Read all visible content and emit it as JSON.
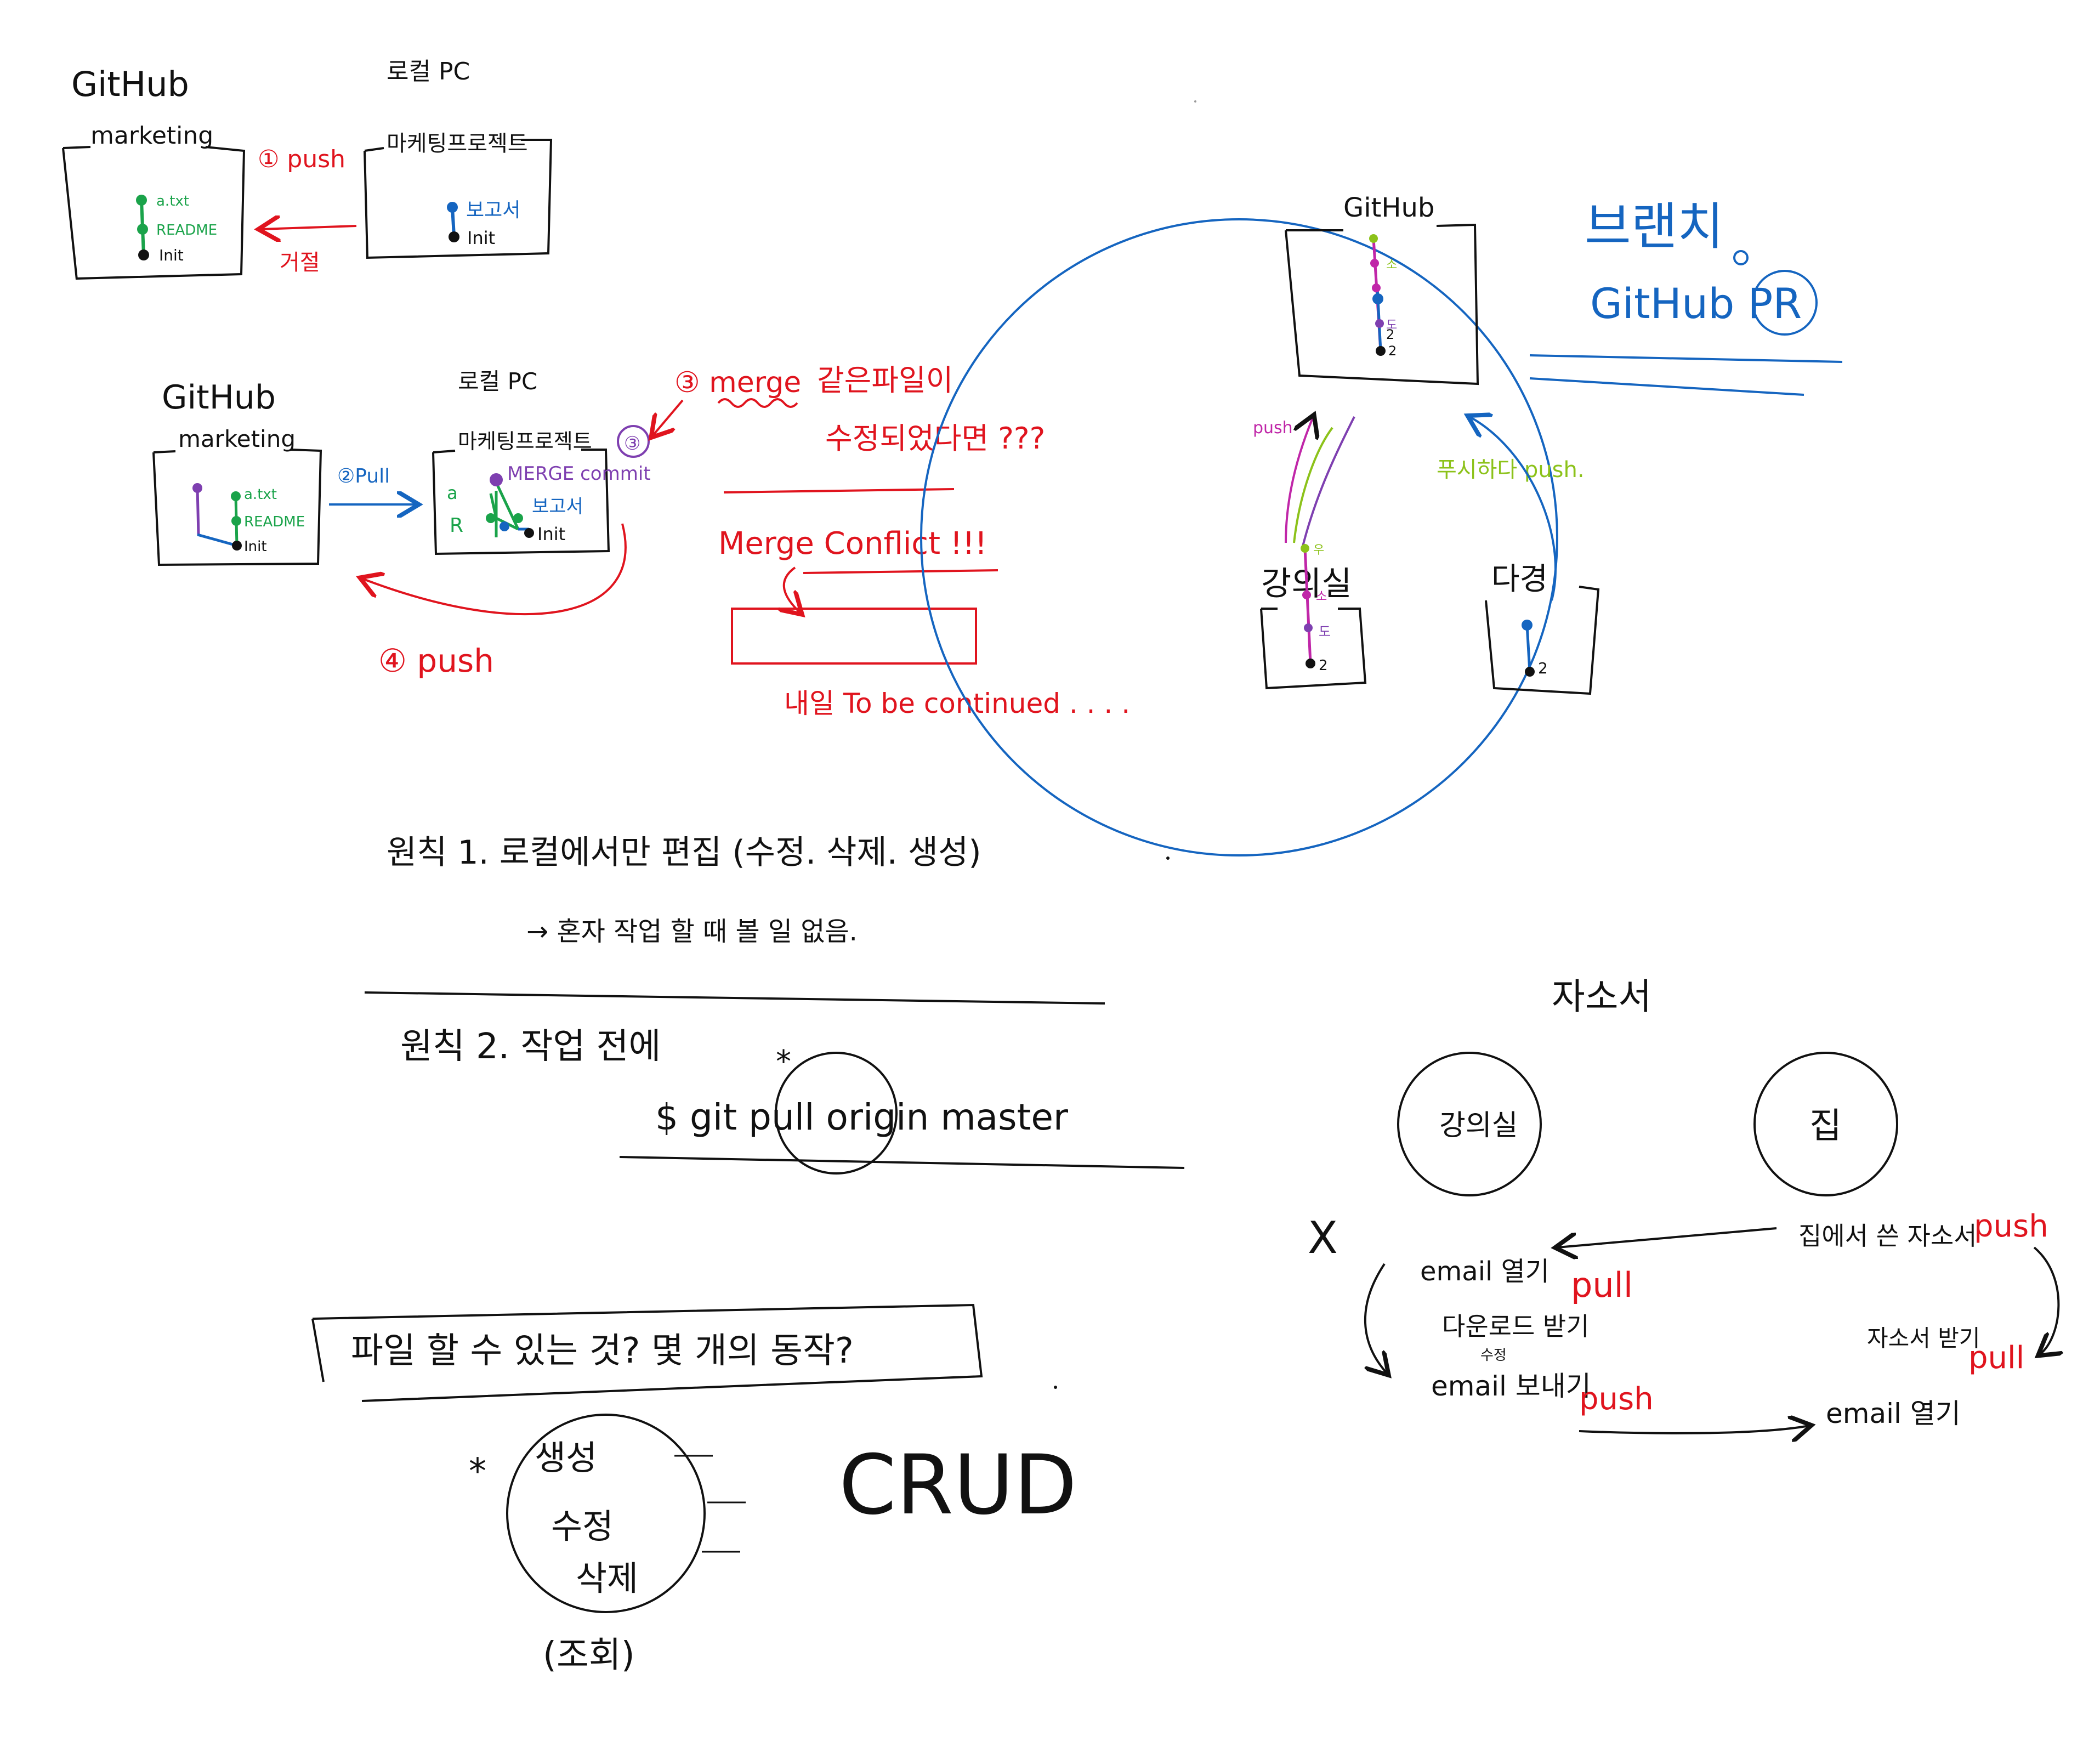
{
  "colors": {
    "ink": "#111111",
    "red": "#e0141e",
    "blue": "#1565c0",
    "green": "#1aa34a",
    "purple": "#7e3fb0",
    "magenta": "#c026a8",
    "lime": "#8cc21a"
  },
  "diagram1": {
    "github_title": "GitHub",
    "repo_label": "marketing",
    "remote_commits": [
      "a.txt",
      "README",
      "Init"
    ],
    "local_title": "로컬 PC",
    "local_project": "마케팅프로젝트",
    "local_commits": [
      "보고서",
      "Init"
    ],
    "push_label": "① push",
    "rejected_label": "거절"
  },
  "diagram2": {
    "github_title": "GitHub",
    "repo_label": "marketing",
    "remote_commits": [
      "a.txt",
      "README",
      "Init"
    ],
    "local_title": "로컬 PC",
    "local_project": "마케팅프로젝트",
    "local_commits": [
      "MERGE commit",
      "a",
      "R",
      "보고서",
      "Init"
    ],
    "pull_label": "②Pull",
    "step3_badge": "③",
    "push_label": "④ push",
    "merge_label": "③ merge",
    "question_line1": "같은파일이",
    "question_line2": "수정되었다면 ???",
    "conflict_label": "Merge Conflict !!!",
    "continued_label": "내일 To be continued . . . ."
  },
  "branch_diagram": {
    "github_title": "GitHub",
    "remote_commits": [
      "2",
      "소",
      "도",
      "2"
    ],
    "side_title_1": "브랜치",
    "side_title_2": "GitHub PR",
    "push_left_label": "push",
    "push_right_label": "푸시하다 push.",
    "office_label": "강의실",
    "office_commits": [
      "우",
      "소",
      "도",
      "2"
    ],
    "home_label": "다경",
    "home_commits": [
      "2"
    ]
  },
  "principles": {
    "rule1": "원칙 1. 로컬에서만 편집 (수정. 삭제. 생성)",
    "rule1_note": "→ 혼자 작업 할 때 볼 일 없음.",
    "rule2": "원칙 2. 작업 전에",
    "command": "$ git pull origin master",
    "star": "*"
  },
  "crud": {
    "question": "파일 할 수 있는 것? 몇 개의 동작?",
    "create": "생성",
    "update": "수정",
    "delete": "삭제",
    "read": "(조회)",
    "acronym": "CRUD",
    "star": "*"
  },
  "resume": {
    "title": "자소서",
    "office": "강의실",
    "home": "집",
    "home_note": "집에서 쓴 자소서",
    "home_push": "push",
    "office_steps": [
      "email 열기",
      "다운로드 받기",
      "수정",
      "email 보내기"
    ],
    "office_pull": "pull",
    "office_push": "push",
    "home_receive": "자소서 받기",
    "home_pull": "pull",
    "home_open": "email 열기",
    "x_mark": "X"
  }
}
